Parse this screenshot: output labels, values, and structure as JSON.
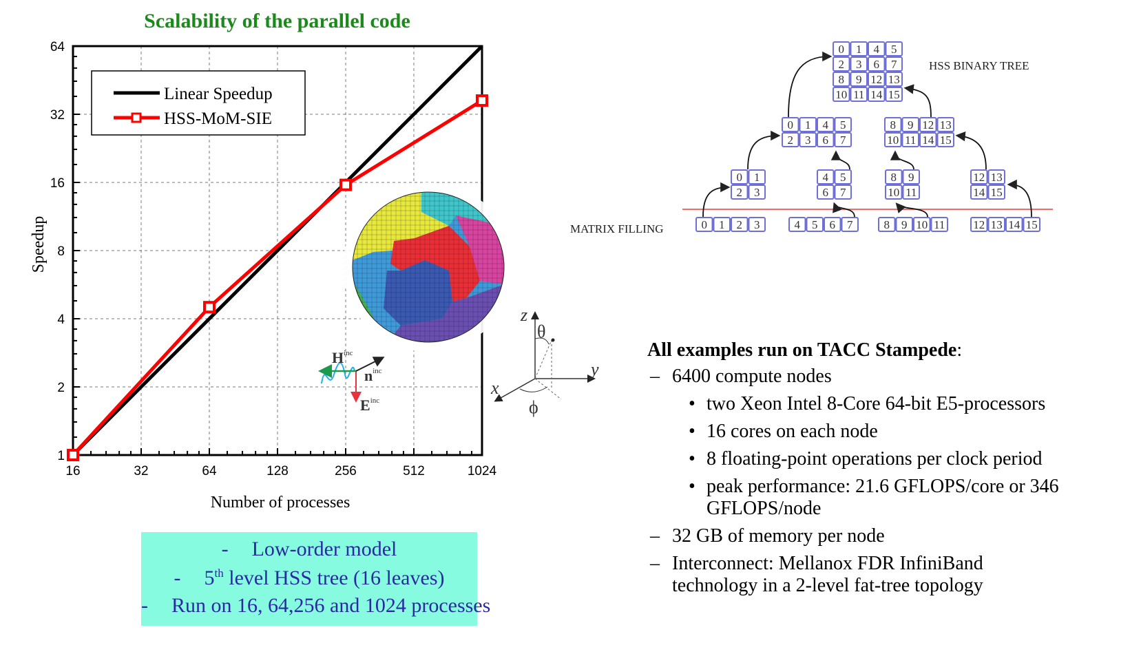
{
  "chart_data": {
    "type": "line",
    "title": "Scalability of the parallel code",
    "xlabel": "Number of processes",
    "ylabel": "Speedup",
    "x_scale": "log2",
    "y_scale": "log2",
    "xlim": [
      16,
      1024
    ],
    "ylim": [
      1,
      64
    ],
    "x_ticks": [
      16,
      32,
      64,
      128,
      256,
      512,
      1024
    ],
    "y_ticks": [
      1,
      2,
      4,
      8,
      16,
      32,
      64
    ],
    "grid": true,
    "legend_position": "top-left",
    "series": [
      {
        "name": "Linear Speedup",
        "color": "#000000",
        "marker": "none",
        "x": [
          16,
          1024
        ],
        "values": [
          1,
          64
        ]
      },
      {
        "name": "HSS-MoM-SIE",
        "color": "#ff0000",
        "marker": "square",
        "x": [
          16,
          64,
          256,
          1024
        ],
        "values": [
          1,
          4.5,
          15.6,
          36.8
        ]
      }
    ]
  },
  "sphere_figure": {
    "label": "partitioned sphere mesh",
    "colors": [
      "#e8e83a",
      "#3ec6c8",
      "#e8e83a",
      "#ea2e33",
      "#3f9ad8",
      "#3a59b0",
      "#d8449e",
      "#6a4fb0",
      "#3fb548"
    ]
  },
  "incident_wave": {
    "h_label": "H",
    "h_sup": "inc",
    "n_label": "n",
    "n_sup": "inc",
    "e_label": "E",
    "e_sup": "inc"
  },
  "coord_axes": {
    "z": "z",
    "y": "y",
    "x": "x",
    "theta": "θ",
    "phi": "ϕ"
  },
  "tree": {
    "title": "HSS BINARY TREE",
    "matrix_filling_label": "MATRIX FILLING",
    "root": [
      [
        "0",
        "1",
        "4",
        "5"
      ],
      [
        "2",
        "3",
        "6",
        "7"
      ],
      [
        "8",
        "9",
        "12",
        "13"
      ],
      [
        "10",
        "11",
        "14",
        "15"
      ]
    ],
    "level2": [
      [
        [
          "0",
          "1",
          "4",
          "5"
        ],
        [
          "2",
          "3",
          "6",
          "7"
        ]
      ],
      [
        [
          "8",
          "9",
          "12",
          "13"
        ],
        [
          "10",
          "11",
          "14",
          "15"
        ]
      ]
    ],
    "level3": [
      [
        [
          "0",
          "1"
        ],
        [
          "2",
          "3"
        ]
      ],
      [
        [
          "4",
          "5"
        ],
        [
          "6",
          "7"
        ]
      ],
      [
        [
          "8",
          "9"
        ],
        [
          "10",
          "11"
        ]
      ],
      [
        [
          "12",
          "13"
        ],
        [
          "14",
          "15"
        ]
      ]
    ],
    "leaves": [
      [
        [
          "0",
          "1",
          "2",
          "3"
        ]
      ],
      [
        [
          "4",
          "5",
          "6",
          "7"
        ]
      ],
      [
        [
          "8",
          "9",
          "10",
          "11"
        ]
      ],
      [
        [
          "12",
          "13",
          "14",
          "15"
        ]
      ]
    ]
  },
  "info_box": {
    "lines": [
      {
        "dash": "-",
        "text": "Low-order model"
      },
      {
        "dash": "-",
        "pre": "5",
        "sup": "th",
        "text": " level HSS tree (16 leaves)"
      },
      {
        "dash": "-",
        "text": "Run on 16, 64,256 and 1024 processes"
      }
    ]
  },
  "specs": {
    "heading": "All examples run on TACC Stampede",
    "heading_suffix": ":",
    "items": [
      {
        "marker": "–",
        "text": "6400 compute nodes",
        "level": 1
      },
      {
        "marker": "•",
        "text": "two Xeon Intel 8-Core 64-bit E5-processors",
        "level": 2
      },
      {
        "marker": "•",
        "text": "16 cores on each node",
        "level": 2
      },
      {
        "marker": "•",
        "text": "8 floating-point operations per clock period",
        "level": 2
      },
      {
        "marker": "•",
        "text": "peak performance: 21.6 GFLOPS/core or 346",
        "level": 2
      },
      {
        "marker": "",
        "text": "GFLOPS/node",
        "level": 2
      },
      {
        "marker": "–",
        "text": "32 GB of memory per node",
        "level": 1
      },
      {
        "marker": "–",
        "text": "Interconnect: Mellanox FDR InfiniBand",
        "level": 1
      },
      {
        "marker": "",
        "text": "technology in a 2-level fat-tree topology",
        "level": 1
      }
    ]
  }
}
